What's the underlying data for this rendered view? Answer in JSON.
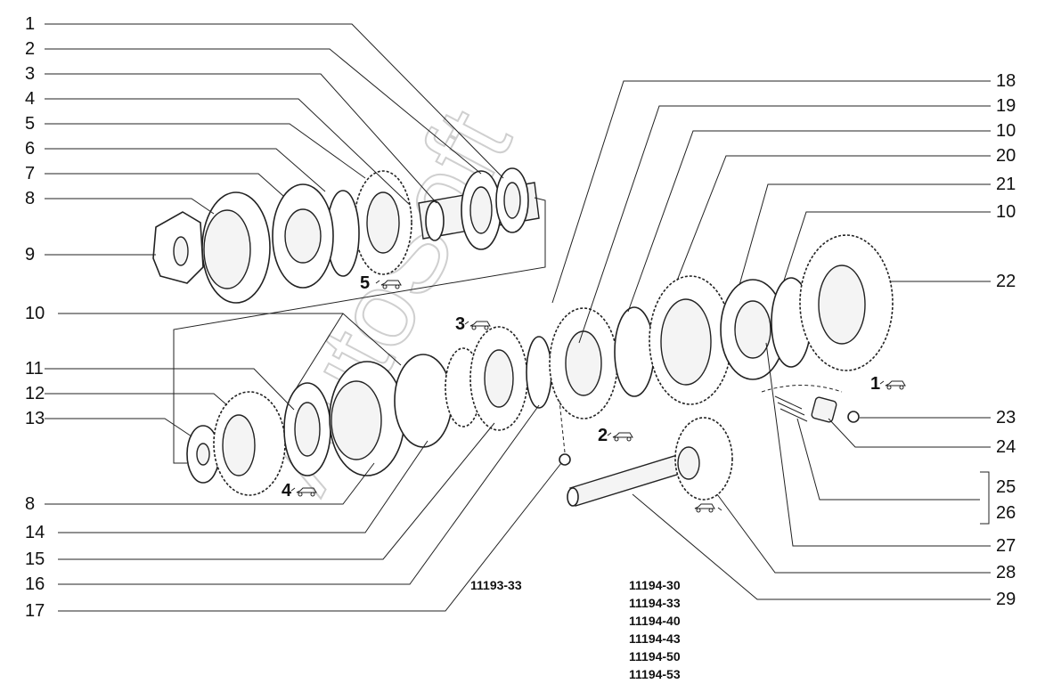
{
  "callouts_left": [
    "1",
    "2",
    "3",
    "4",
    "5",
    "6",
    "7",
    "8",
    "9",
    "10",
    "11",
    "12",
    "13",
    "8",
    "14",
    "15",
    "16",
    "17"
  ],
  "callouts_right": [
    "18",
    "19",
    "10",
    "20",
    "21",
    "10",
    "22",
    "23",
    "24",
    "25",
    "26",
    "27",
    "28",
    "29"
  ],
  "inline_markers": [
    "5",
    "3",
    "4",
    "2",
    "1"
  ],
  "codes": {
    "left": "11193-33",
    "right": [
      "11194-30",
      "11194-33",
      "11194-40",
      "11194-43",
      "11194-50",
      "11194-53"
    ]
  },
  "watermark": "AutoSoft"
}
